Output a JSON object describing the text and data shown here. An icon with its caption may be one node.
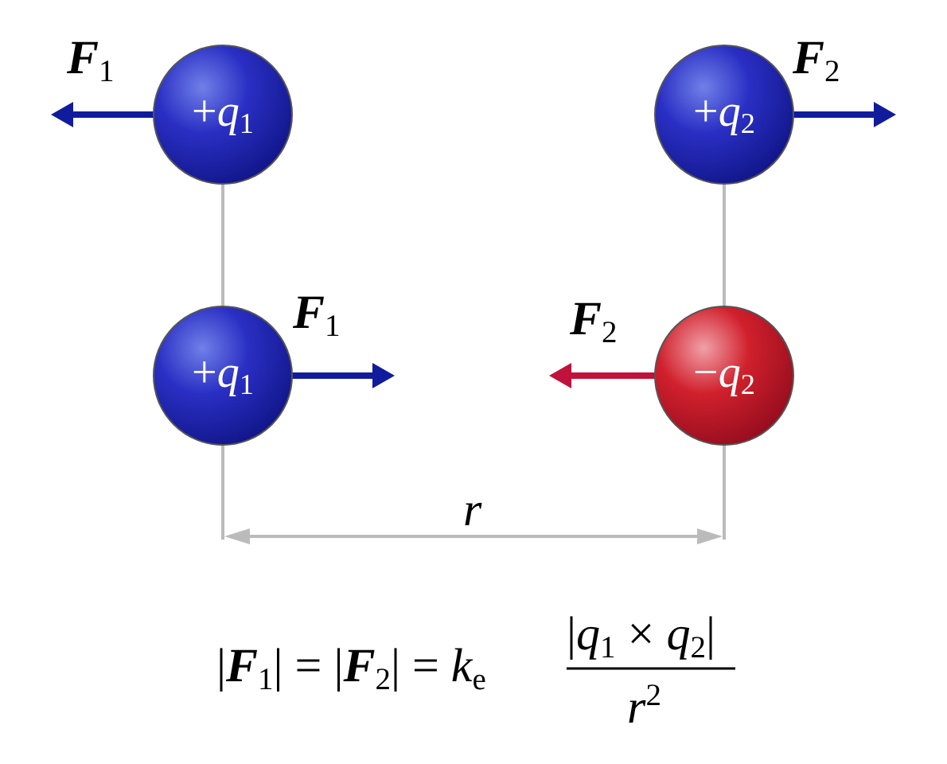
{
  "diagram": {
    "nodes": [
      {
        "text": [
          "+*q*$_{1}$"
        ]
      },
      {
        "text": [
          "+*q*$_{2}$"
        ]
      },
      {
        "text": [
          "+*q*$_{1}$"
        ]
      },
      {
        "text": [
          "−*q*$_{2}$"
        ]
      }
    ],
    "edges": [
      {
        "from": 0,
        "to": 2,
        "arrow": "none"
      },
      {
        "from": 1,
        "to": 3,
        "arrow": "none"
      }
    ],
    "labels": [
      "**F**$_{1}$",
      "**F**$_{2}$",
      "**F**$_{1}$",
      "**F**$_{2}$",
      "*r*",
      "|**F**$_{1}$| = |**F**$_{2}$| = *k*$_{e}$",
      "|*q*$_{1}$ × *q*$_{2}$|",
      "*r*$^{2}$"
    ]
  }
}
